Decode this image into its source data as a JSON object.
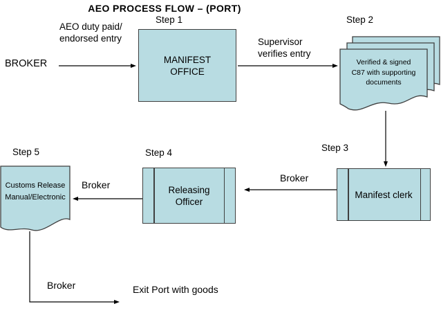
{
  "title": "AEO PROCESS FLOW – (PORT)",
  "colors": {
    "node_fill": "#b8dce2",
    "node_border": "#3f3f3f",
    "connector": "#000000"
  },
  "steps": {
    "s1": "Step 1",
    "s2": "Step 2",
    "s3": "Step 3",
    "s4": "Step 4",
    "s5": "Step 5"
  },
  "nodes": {
    "manifest_office": "MANIFEST\nOFFICE",
    "verified_docs": "Verified & signed\nC87 with supporting\ndocuments",
    "manifest_clerk": "Manifest clerk",
    "releasing_officer": "Releasing\nOfficer",
    "customs_release": "Customs Release\nManual/Electronic"
  },
  "labels": {
    "broker_start": "BROKER",
    "aeo_duty": "AEO duty paid/\nendorsed entry",
    "supervisor": "Supervisor\nverifies entry",
    "broker_clerk_to_officer": "Broker",
    "broker_officer_to_release": "Broker",
    "broker_exit": "Broker",
    "exit_port": "Exit Port with goods"
  }
}
